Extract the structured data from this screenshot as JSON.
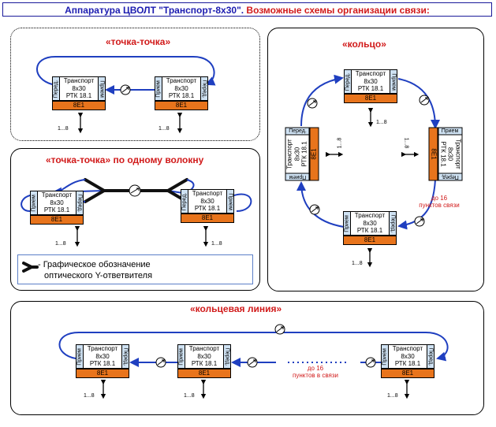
{
  "header": {
    "title_blue": "Аппаратура ЦВОЛТ \"Транспорт-8х30\".",
    "title_red": " Возможные схемы организации связи:"
  },
  "panels": {
    "p2p": {
      "title": "«точка-точка»"
    },
    "single_fiber": {
      "title": "«точка-точка» по одному волокну"
    },
    "ring": {
      "title": "«кольцо»"
    },
    "ring_line": {
      "title": "«кольцевая линия»"
    }
  },
  "unit": {
    "name": "Транспорт",
    "capacity": "8х30",
    "model": "РТК 18.1",
    "interface": "8Е1",
    "tx": "Перед.",
    "rx": "Прием"
  },
  "port_range": "1...8",
  "ring_note": {
    "line1": "до 16",
    "line2": "пунктов связи"
  },
  "ring_line_note": {
    "line1": "до 16",
    "line2": "пунктов в связи"
  },
  "legend": {
    "line1": "- Графическое обозначение",
    "line2": "оптического Y-ответвителя"
  },
  "colors": {
    "title_blue": "#1b1bb0",
    "title_red": "#d11a1a",
    "fiber": "#1f3fc0",
    "unit_side": "#cfe2f3",
    "unit_bottom": "#e8741c"
  }
}
